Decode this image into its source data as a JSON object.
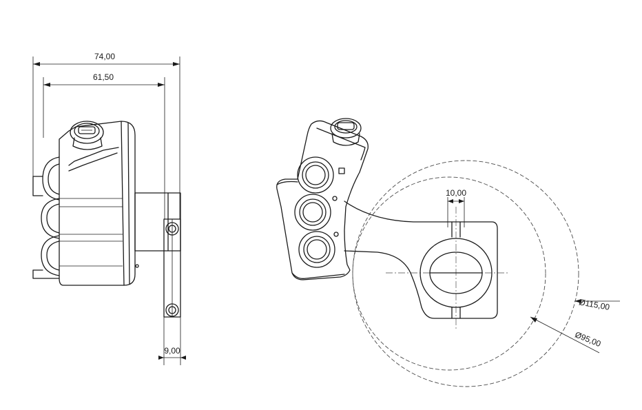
{
  "dimensions": {
    "overall_width": "74,00",
    "body_width": "61,50",
    "clamp_thickness": "9,00",
    "slot_width": "10,00",
    "outer_circle_diameter": "Ø115,00",
    "inner_circle_diameter": "Ø95,00"
  }
}
